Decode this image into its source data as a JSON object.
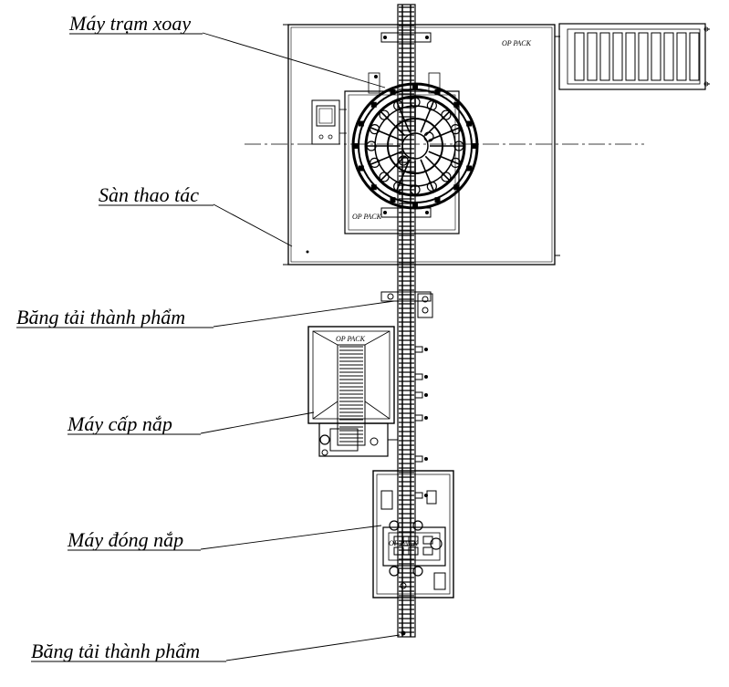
{
  "labels": {
    "rotary_machine": "Máy trạm xoay",
    "operating_floor": "Sàn thao tác",
    "product_conveyor_1": "Băng tải thành phẩm",
    "cap_feeder": "Máy cấp nắp",
    "capping_machine": "Máy đóng nắp",
    "product_conveyor_2": "Băng tải thành phẩm"
  },
  "brand": {
    "top_right": "OP PACK",
    "floor": "OP PACK",
    "feeder": "OP PACK",
    "capper": "OP PACK"
  }
}
